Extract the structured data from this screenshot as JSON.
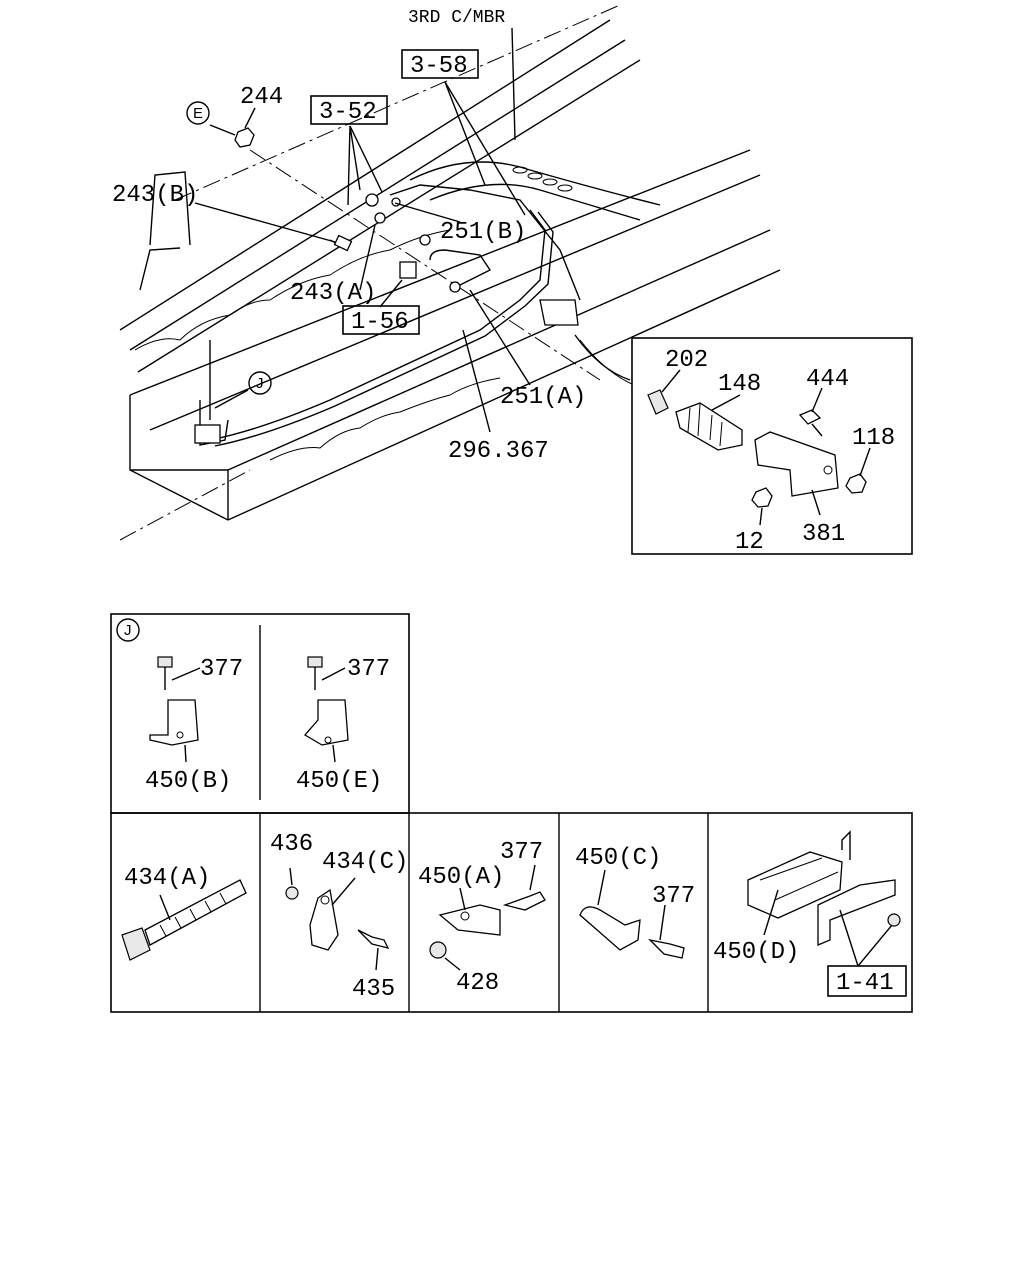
{
  "main": {
    "header_label": "3RD C/MBR",
    "refs": {
      "r358": "3-58",
      "r352": "3-52",
      "r156": "1-56",
      "r141": "1-41"
    },
    "circles": {
      "e": "E",
      "j": "J",
      "j_panel": "J"
    },
    "labels": {
      "p244": "244",
      "p243b": "243(B)",
      "p251b": "251(B)",
      "p243a": "243(A)",
      "p251a": "251(A)",
      "p296": "296.367"
    }
  },
  "detail": {
    "p202": "202",
    "p148": "148",
    "p444": "444",
    "p118": "118",
    "p12": "12",
    "p381": "381"
  },
  "panel_j": {
    "left": {
      "bolt": "377",
      "bracket": "450(B)"
    },
    "right": {
      "bolt": "377",
      "bracket": "450(E)"
    }
  },
  "panels": {
    "p1": {
      "clip": "434(A)"
    },
    "p2": {
      "nut": "436",
      "clamp": "434(C)",
      "bolt": "435"
    },
    "p3": {
      "bracket": "450(A)",
      "bolt": "377",
      "nut": "428"
    },
    "p4": {
      "bracket": "450(C)",
      "bolt": "377"
    },
    "p5": {
      "bracket": "450(D)"
    }
  }
}
